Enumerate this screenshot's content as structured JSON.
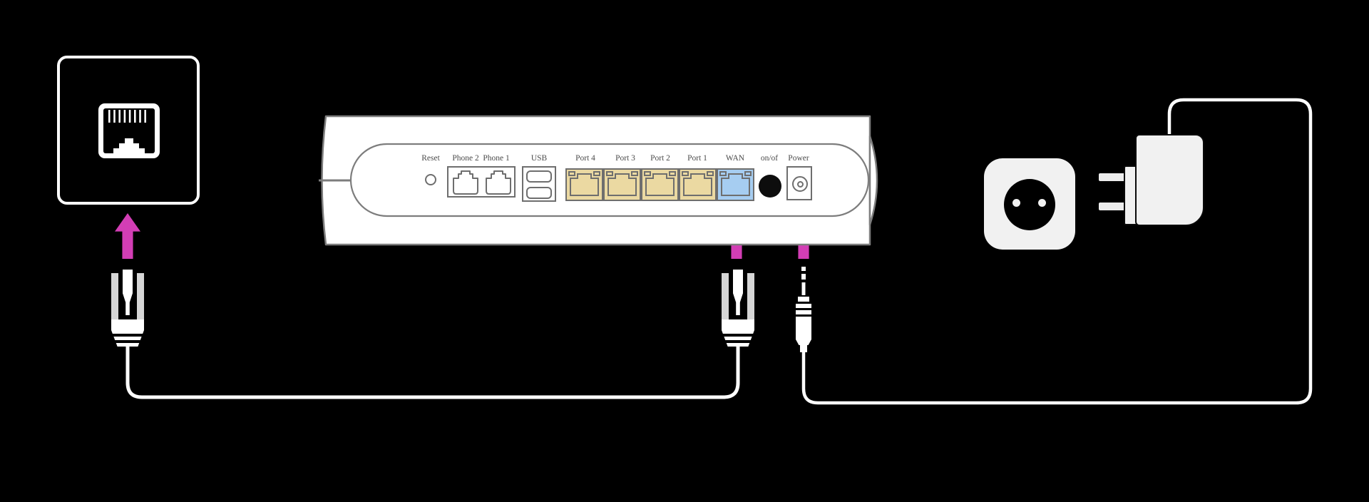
{
  "router_panel": {
    "labels": {
      "reset": "Reset",
      "phone2": "Phone 2",
      "phone1": "Phone 1",
      "usb": "USB",
      "port4": "Port 4",
      "port3": "Port 3",
      "port2": "Port 2",
      "port1": "Port 1",
      "wan": "WAN",
      "onoff": "on/of",
      "power": "Power"
    }
  },
  "colors": {
    "lan_port": "#ebd9a2",
    "wan_port": "#a6cdf1",
    "arrow": "#d33eb5",
    "outline": "#6e6e6e",
    "body_outline": "#7d7d7d",
    "cable": "#ffffff",
    "label": "#4a4a4a",
    "device_fill": "#f1f1f1"
  },
  "icons": {
    "rj45_wall_jack": "ethernet wall socket glyph",
    "rj45_plug": "ethernet cable connector with strain-relief boot",
    "rj11_jack": "phone port glyph",
    "rj45_socket": "ethernet port glyph",
    "usb_port": "usb socket glyph",
    "dc_plug": "power barrel connector",
    "power_jack": "concentric-circle power inlet",
    "onoff_button": "round black button",
    "up_arrow": "magenta insertion arrow",
    "eu_outlet": "round two-pin wall socket",
    "power_adapter": "plug-in power supply"
  }
}
